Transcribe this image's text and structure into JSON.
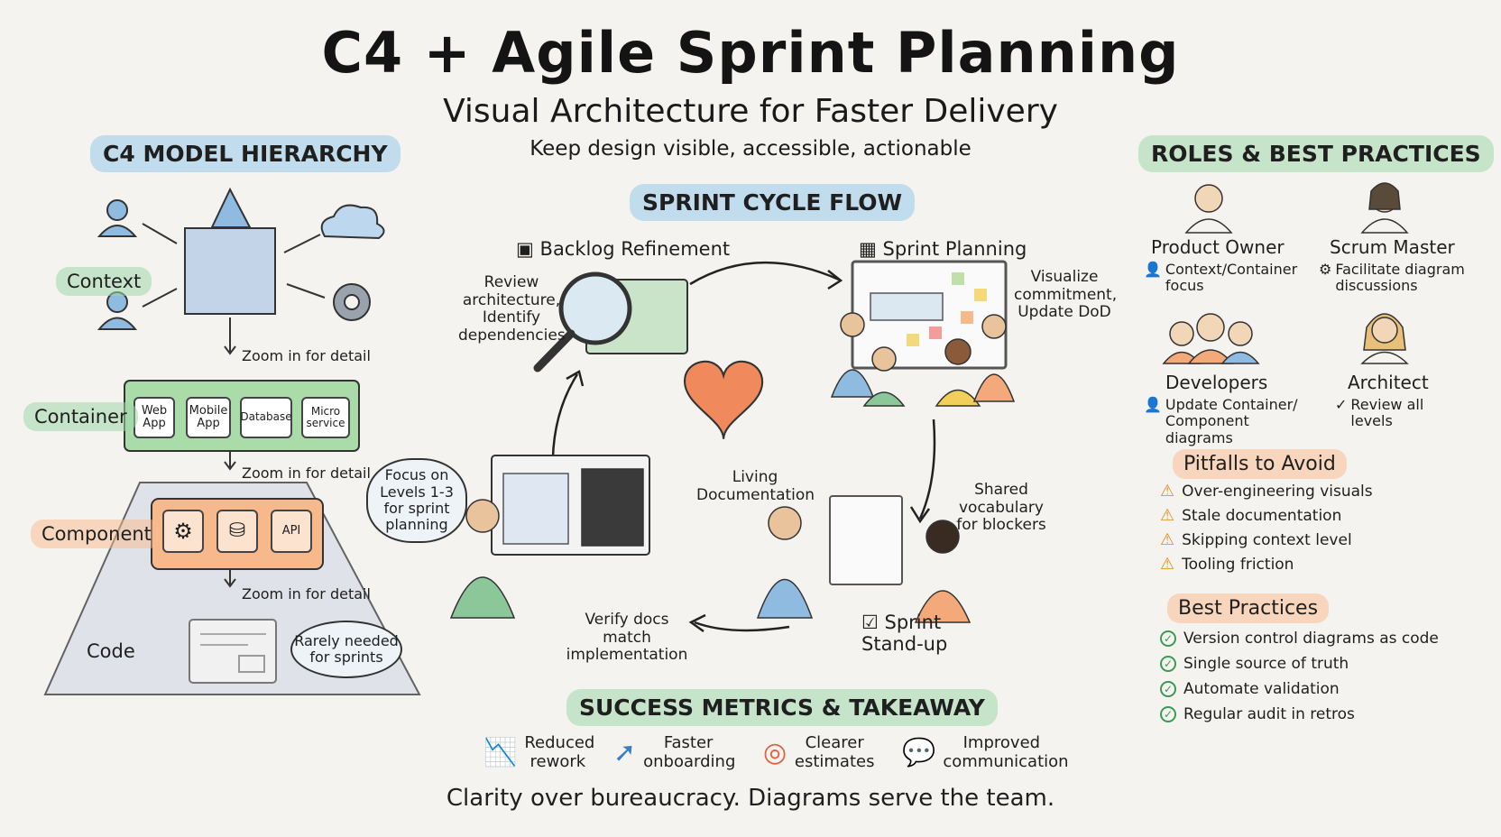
{
  "header": {
    "title": "C4 + Agile Sprint Planning",
    "subtitle": "Visual Architecture for Faster Delivery",
    "tagline": "Keep design visible, accessible, actionable"
  },
  "c4": {
    "heading": "C4 MODEL HIERARCHY",
    "levels": {
      "context": "Context",
      "container": "Container",
      "component": "Component",
      "code": "Code"
    },
    "zoom_label": "Zoom in for detail",
    "container_boxes": [
      "Web App",
      "Mobile App",
      "Database",
      "Micro service"
    ],
    "api_label": "API",
    "focus_bubble": "Focus on Levels 1-3 for sprint planning",
    "code_bubble": "Rarely needed for sprints"
  },
  "sprint": {
    "heading": "SPRINT CYCLE FLOW",
    "backlog": {
      "title": "Backlog Refinement",
      "note": "Review architecture, Identify dependencies"
    },
    "planning": {
      "title": "Sprint Planning",
      "note": "Visualize commitment, Update DoD"
    },
    "standup": {
      "title": "Sprint Stand-up",
      "note": "Shared vocabulary for blockers"
    },
    "review": {
      "note": "Verify docs match implementation"
    },
    "center": "Living Documentation"
  },
  "roles": {
    "heading": "ROLES & BEST PRACTICES",
    "people": [
      {
        "name": "Product Owner",
        "desc": "Context/Container focus"
      },
      {
        "name": "Scrum Master",
        "desc": "Facilitate diagram discussions"
      },
      {
        "name": "Developers",
        "desc": "Update Container/ Component diagrams"
      },
      {
        "name": "Architect",
        "desc": "Review all levels"
      }
    ],
    "pitfalls_heading": "Pitfalls to Avoid",
    "pitfalls": [
      "Over-engineering visuals",
      "Stale documentation",
      "Skipping context level",
      "Tooling friction"
    ],
    "best_heading": "Best Practices",
    "best": [
      "Version control diagrams as code",
      "Single source of truth",
      "Automate validation",
      "Regular audit in retros"
    ]
  },
  "metrics": {
    "heading": "SUCCESS METRICS & TAKEAWAY",
    "items": [
      {
        "label": "Reduced rework"
      },
      {
        "label": "Faster onboarding"
      },
      {
        "label": "Clearer estimates"
      },
      {
        "label": "Improved communication"
      }
    ],
    "takeaway": "Clarity over bureaucracy. Diagrams serve the team."
  },
  "colors": {
    "blue_highlight": "#96c8eb",
    "green_highlight": "#a0d7aa",
    "orange_highlight": "#fab98c",
    "heart": "#f08a5d"
  }
}
